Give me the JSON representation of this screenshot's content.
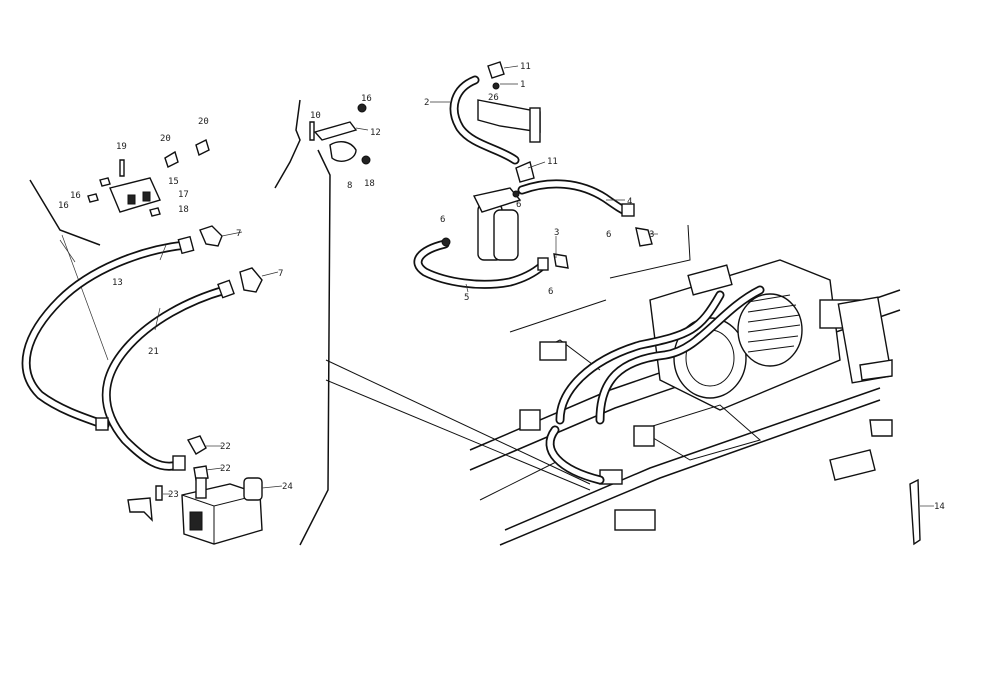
{
  "diagram": {
    "type": "exploded parts diagram",
    "callouts": {
      "c1": "1",
      "c2": "2",
      "c3a": "3",
      "c3b": "3",
      "c4": "4",
      "c5": "5",
      "c6a": "6",
      "c6b": "6",
      "c6c": "6",
      "c6d": "6",
      "c7a": "7",
      "c7b": "7",
      "c8": "8",
      "c10": "10",
      "c11a": "11",
      "c11b": "11",
      "c12": "12",
      "c13": "13",
      "c14": "14",
      "c15": "15",
      "c16a": "16",
      "c16b": "16",
      "c16c": "16",
      "c17": "17",
      "c18a": "18",
      "c18b": "18",
      "c19": "19",
      "c20a": "20",
      "c20b": "20",
      "c21": "21",
      "c22a": "22",
      "c22b": "22",
      "c23": "23",
      "c24": "24",
      "c26": "26"
    }
  }
}
